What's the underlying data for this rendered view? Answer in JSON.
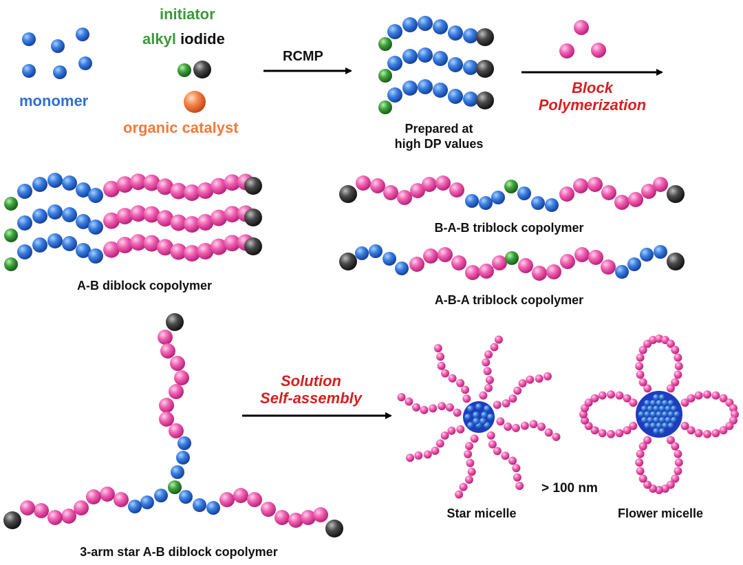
{
  "colors": {
    "monomer": "#2f6fd0",
    "initiator": "#3a9a3a",
    "iodide": "#3a3a3a",
    "catalyst": "#f07a3c",
    "block": "#ef5aa8",
    "process": "#d42020",
    "text": "#111111"
  },
  "labels": {
    "initiator": "initiator",
    "alkyl": "alkyl",
    "iodide": "iodide",
    "monomer": "monomer",
    "catalyst": "organic catalyst",
    "rcmp": "RCMP",
    "prepared_line1": "Prepared at",
    "prepared_line2": "high DP values",
    "block_line1": "Block",
    "block_line2": "Polymerization",
    "diblock": "A-B diblock copolymer",
    "bab": "B-A-B triblock copolymer",
    "aba": "A-B-A triblock copolymer",
    "solution_line1": "Solution",
    "solution_line2": "Self-assembly",
    "size": "> 100 nm",
    "star_micelle": "Star micelle",
    "flower_micelle": "Flower micelle",
    "star_polymer": "3-arm star A-B diblock copolymer"
  }
}
